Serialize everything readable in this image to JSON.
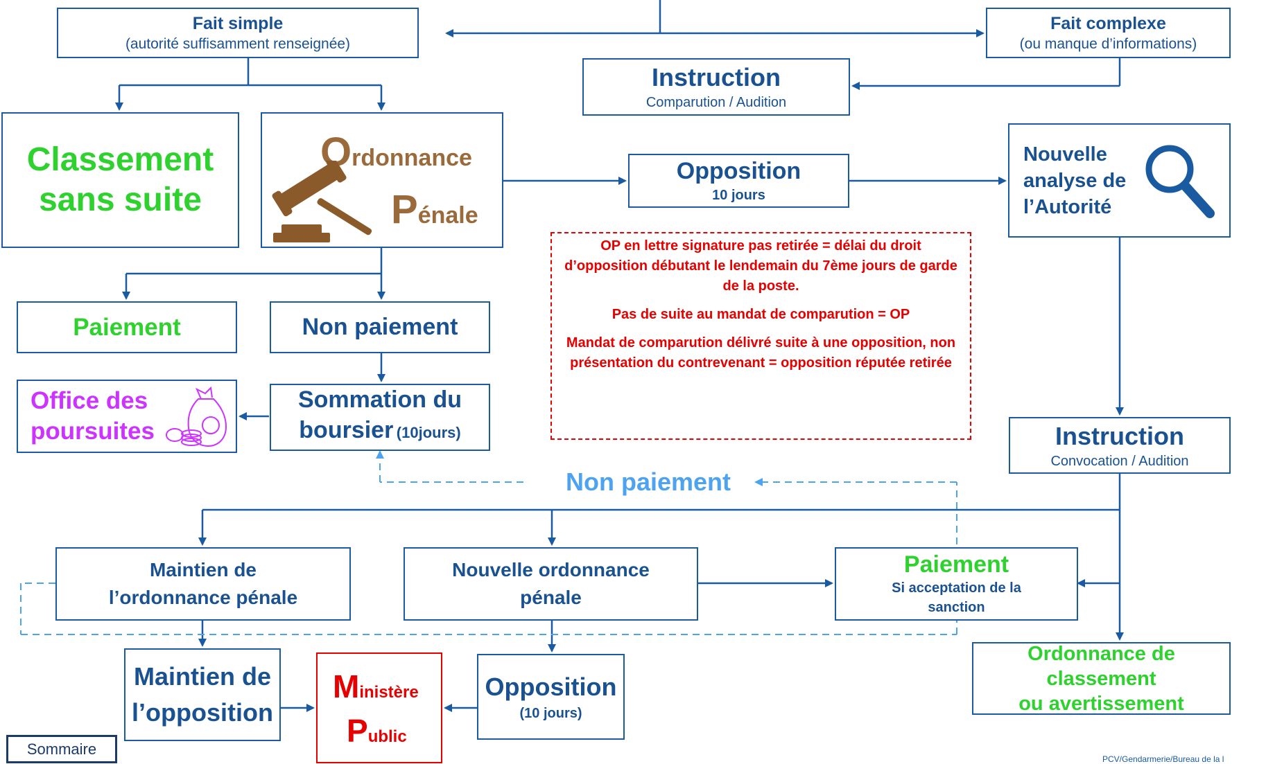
{
  "nodes": {
    "fait_simple": {
      "title": "Fait simple",
      "subtitle": "(autorité suffisamment renseignée)"
    },
    "fait_complexe": {
      "title": "Fait complexe",
      "subtitle": "(ou manque d’informations)"
    },
    "instruction_top": {
      "title": "Instruction",
      "subtitle": "Comparution / Audition"
    },
    "classement": {
      "line1": "Classement",
      "line2": "sans suite"
    },
    "ordonnance_penale": {
      "o_letter": "O",
      "o_rest": "rdonnance",
      "p_letter": "P",
      "p_rest": "énale"
    },
    "opposition_top": {
      "title": "Opposition",
      "subtitle": "10 jours"
    },
    "nouvelle_analyse": {
      "line1": "Nouvelle",
      "line2": "analyse de",
      "line3": "l’Autorité"
    },
    "paiement_left": {
      "title": "Paiement"
    },
    "non_paiement_left": {
      "title": "Non paiement"
    },
    "office_poursuites": {
      "line1": "Office des",
      "line2": "poursuites"
    },
    "sommation": {
      "line1": "Sommation du",
      "line2": "boursier",
      "suffix": "(10jours)"
    },
    "instruction_right": {
      "title": "Instruction",
      "subtitle": "Convocation / Audition"
    },
    "maintien_ordonnance": {
      "line1": "Maintien de",
      "line2": "l’ordonnance pénale"
    },
    "nouvelle_ordonnance": {
      "line1": "Nouvelle ordonnance",
      "line2": "pénale"
    },
    "paiement_right": {
      "title": "Paiement",
      "subtitle1": "Si acceptation de la",
      "subtitle2": "sanction"
    },
    "ordonnance_classement": {
      "line1": "Ordonnance de",
      "line2": "classement",
      "line3": "ou avertissement"
    },
    "maintien_opposition": {
      "line1": "Maintien de",
      "line2": "l’opposition"
    },
    "ministere_public": {
      "m_letter": "M",
      "m_rest": "inistère",
      "p_letter": "P",
      "p_rest": "ublic"
    },
    "opposition_bottom": {
      "title": "Opposition",
      "subtitle": "(10 jours)"
    }
  },
  "labels": {
    "non_paiement_dashed": "Non paiement",
    "sommaire": "Sommaire",
    "footer": "PCV/Gendarmerie/Bureau de la l"
  },
  "note": {
    "p1": "OP en lettre signature pas retirée = délai du droit d’opposition débutant le lendemain du 7ème jours de garde de la poste.",
    "p2": "Pas de suite au mandat de comparution = OP",
    "p3": "Mandat de comparution délivré suite à une opposition, non présentation du contrevenant = opposition réputée retirée"
  },
  "icons": {
    "gavel": "gavel-icon",
    "magnifier": "magnifier-icon",
    "money_bag": "money-bag-icon"
  },
  "colors": {
    "line": "#1a5aa0",
    "text_blue": "#1a5190",
    "green": "#2ed12e",
    "purple": "#cc33ff",
    "red": "#e60000",
    "brown": "#9a6a3a",
    "dashed_blue": "#4da3f0"
  }
}
